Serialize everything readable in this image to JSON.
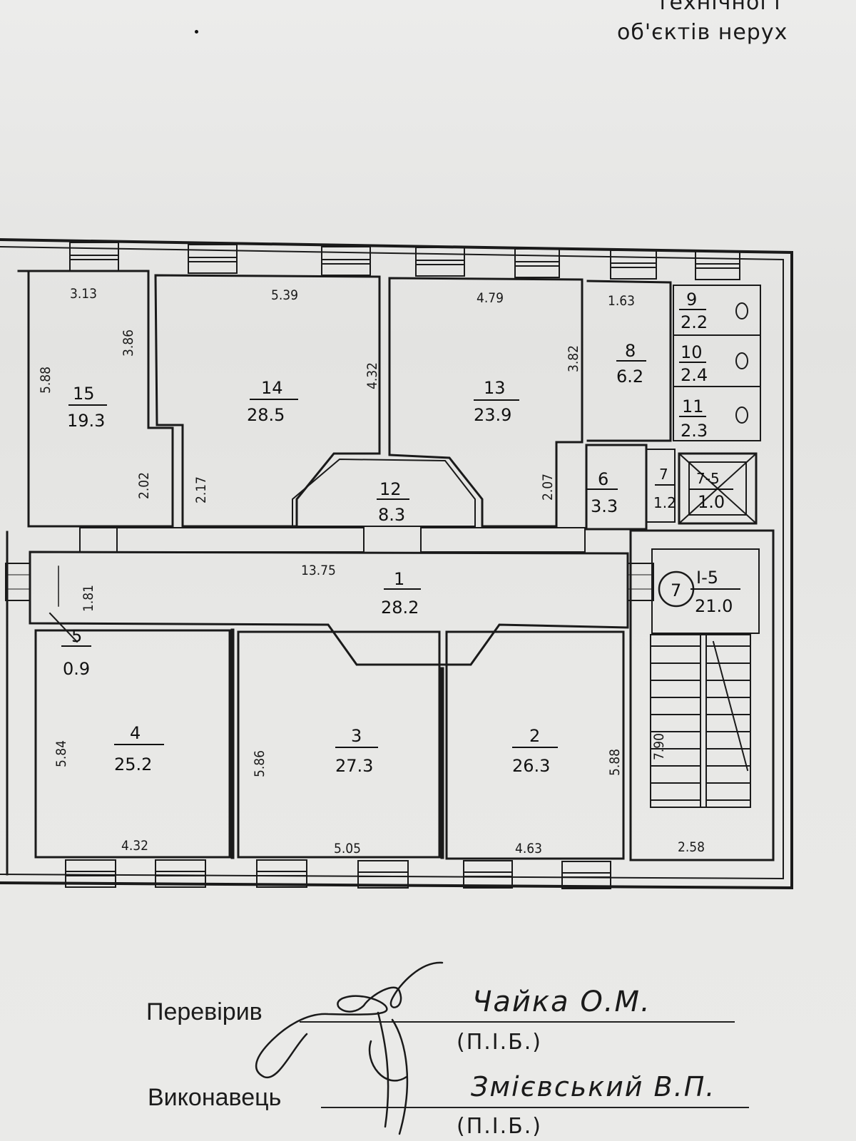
{
  "header": {
    "line1": "технічної і",
    "line2": "об'єктів нерух"
  },
  "plan": {
    "rooms": [
      {
        "id": "1",
        "num": "1",
        "area": "28.2"
      },
      {
        "id": "2",
        "num": "2",
        "area": "26.3"
      },
      {
        "id": "3",
        "num": "3",
        "area": "27.3"
      },
      {
        "id": "4",
        "num": "4",
        "area": "25.2"
      },
      {
        "id": "5",
        "num": "5",
        "area": "0.9"
      },
      {
        "id": "6",
        "num": "6",
        "area": "3.3"
      },
      {
        "id": "7",
        "num": "7",
        "area": "1.2"
      },
      {
        "id": "7-5",
        "num": "7-5",
        "area": "1.0"
      },
      {
        "id": "8",
        "num": "8",
        "area": "6.2"
      },
      {
        "id": "9",
        "num": "9",
        "area": "2.2"
      },
      {
        "id": "10",
        "num": "10",
        "area": "2.4"
      },
      {
        "id": "11",
        "num": "11",
        "area": "2.3"
      },
      {
        "id": "12",
        "num": "12",
        "area": "8.3"
      },
      {
        "id": "13",
        "num": "13",
        "area": "23.9"
      },
      {
        "id": "14",
        "num": "14",
        "area": "28.5"
      },
      {
        "id": "15",
        "num": "15",
        "area": "19.3"
      },
      {
        "id": "I-5",
        "num": "I-5",
        "area": "21.0"
      }
    ],
    "stair_marker": "7",
    "dimensions": {
      "d_313": "3.13",
      "d_386": "3.86",
      "d_588": "5.88",
      "d_202": "2.02",
      "d_539": "5.39",
      "d_432v": "4.32",
      "d_217": "2.17",
      "d_479": "4.79",
      "d_382": "3.82",
      "d_207": "2.07",
      "d_163": "1.63",
      "d_1375": "13.75",
      "d_181": "1.81",
      "d_584": "5.84",
      "d_586": "5.86",
      "d_588b": "5.88",
      "d_790": "7.90",
      "d_432": "4.32",
      "d_505": "5.05",
      "d_463": "4.63",
      "d_258": "2.58"
    }
  },
  "signatures": {
    "checked_label": "Перевірив",
    "checked_name": "Чайка О.М.",
    "checked_sub": "(П.І.Б.)",
    "executor_label": "Виконавець",
    "executor_name": "Змієвський В.П.",
    "executor_sub": "(П.І.Б.)"
  }
}
